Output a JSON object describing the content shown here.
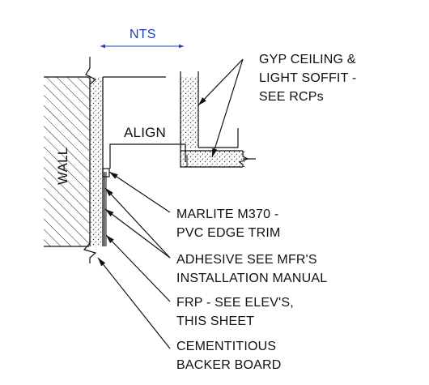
{
  "scale_note": "NTS",
  "align_label": "ALIGN",
  "wall_label": "WALL",
  "callouts": {
    "ceiling": [
      "GYP CEILING &",
      "LIGHT SOFFIT -",
      "SEE RCPs"
    ],
    "trim": [
      "MARLITE M370 -",
      "PVC EDGE TRIM"
    ],
    "adhesive": [
      "ADHESIVE SEE MFR'S",
      "INSTALLATION MANUAL"
    ],
    "frp": [
      "FRP - SEE ELEV'S,",
      "THIS SHEET"
    ],
    "backer": [
      "CEMENTITIOUS",
      "BACKER BOARD"
    ]
  },
  "colors": {
    "background": "#ffffff",
    "linework": "#111111",
    "scale_note": "#1f3fbf",
    "hatch": "#222222"
  }
}
